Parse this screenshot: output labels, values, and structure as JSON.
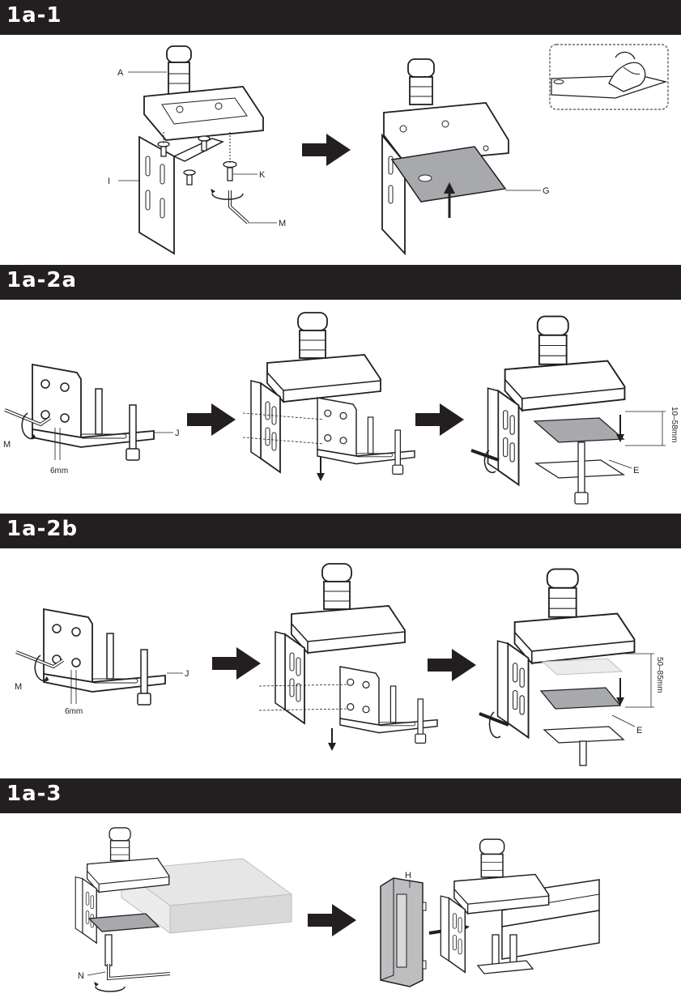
{
  "colors": {
    "band": "#231f20",
    "band_text": "#ffffff",
    "ink": "#231f20",
    "plate": "#a7a9ac",
    "desk": "#d9d9d9"
  },
  "sections": {
    "s1": {
      "title": "1a-1",
      "labels": {
        "a": "A",
        "i": "I",
        "k": "K",
        "m": "M",
        "g": "G"
      }
    },
    "s2a": {
      "title": "1a-2a",
      "labels": {
        "m": "M",
        "j": "J",
        "e": "E"
      },
      "dims": {
        "hex": "6mm",
        "range": "10–58mm"
      }
    },
    "s2b": {
      "title": "1a-2b",
      "labels": {
        "m": "M",
        "j": "J",
        "e": "E"
      },
      "dims": {
        "hex": "6mm",
        "range": "50–85mm"
      }
    },
    "s3": {
      "title": "1a-3",
      "labels": {
        "n": "N",
        "h": "H"
      }
    }
  },
  "icons": [
    "step-arrow-icon",
    "rotate-icon",
    "down-arrow-icon",
    "up-arrow-icon"
  ]
}
